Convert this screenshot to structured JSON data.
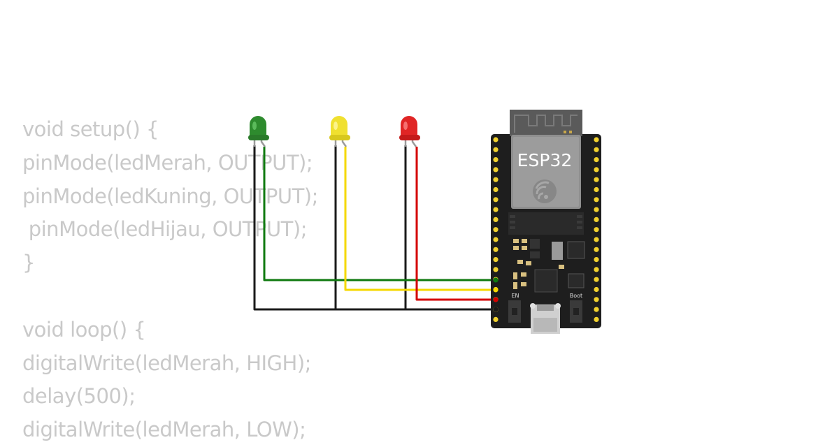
{
  "code": {
    "lines": [
      "void setup() {",
      "pinMode(ledMerah, OUTPUT);",
      "pinMode(ledKuning, OUTPUT);",
      " pinMode(ledHijau, OUTPUT);",
      "}",
      "",
      "void loop() {",
      "digitalWrite(ledMerah, HIGH);",
      "delay(500);",
      "digitalWrite(ledMerah, LOW);"
    ]
  },
  "board": {
    "chip_label": "ESP32",
    "en_label": "EN",
    "boot_label": "Boot",
    "colors": {
      "pcb": "#1e1e1e",
      "module": "#5a5a5a",
      "pin": "#f2d22e"
    }
  },
  "leds": [
    {
      "name": "green",
      "color": "#2e8b2e",
      "wire": "#0f7a0f"
    },
    {
      "name": "yellow",
      "color": "#f0e030",
      "wire": "#f5d800"
    },
    {
      "name": "red",
      "color": "#e02525",
      "wire": "#d40000"
    }
  ],
  "wire_colors": {
    "ground": "#1a1a1a"
  }
}
